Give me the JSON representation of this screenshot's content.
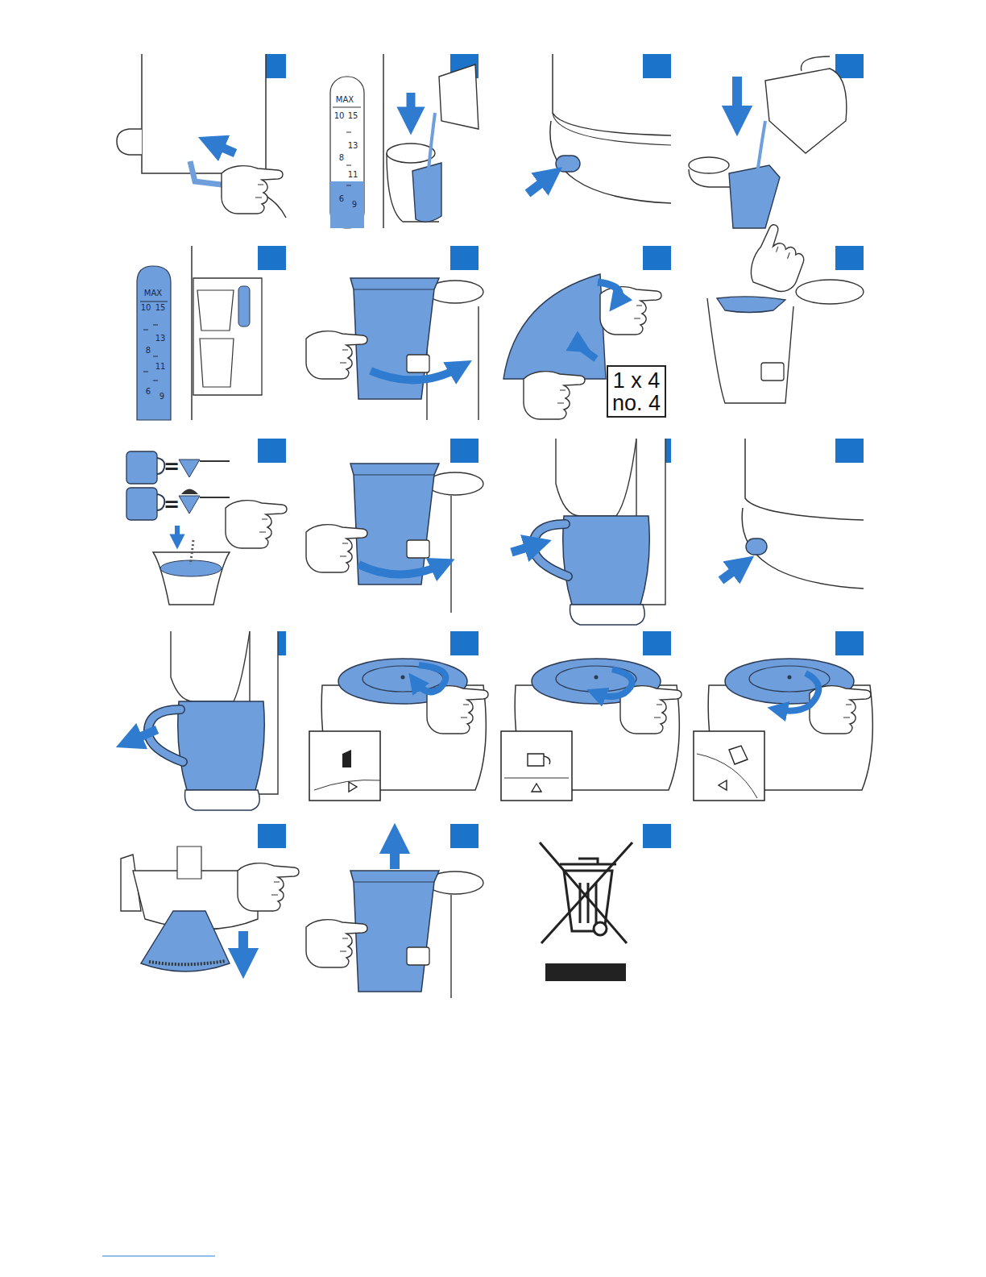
{
  "diagram": {
    "nodes": [
      {
        "text": [
          "1 x 4 no. 4"
        ]
      }
    ],
    "labels": [
      "MAX",
      "10",
      "15",
      "13",
      "8",
      "11",
      "6",
      "9",
      "MAX",
      "10",
      "15",
      "13",
      "8",
      "11",
      "6",
      "9",
      "=",
      "="
    ]
  }
}
